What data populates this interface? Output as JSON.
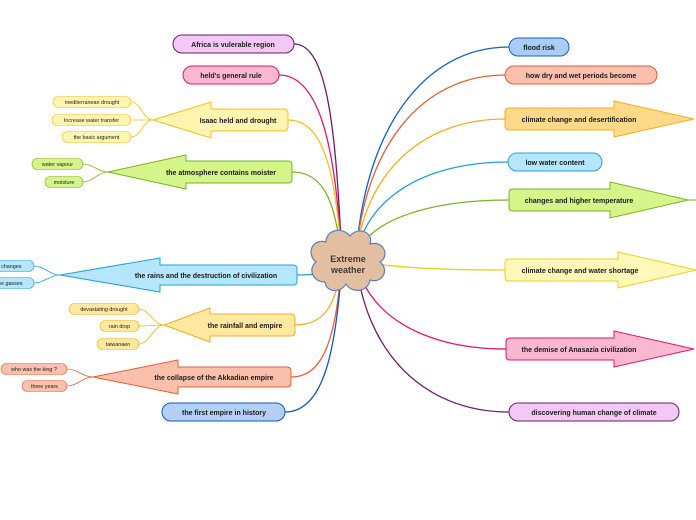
{
  "center": {
    "line1": "Extreme",
    "line2": "weather",
    "fill": "#e2bfa0",
    "stroke": "#5b7fbf"
  },
  "left_nodes": [
    {
      "id": "africa",
      "label": "Africa is vulerable region",
      "fill": "#f2c8f5",
      "stroke": "#6b1b6b",
      "shape": "pill",
      "leaves": []
    },
    {
      "id": "held",
      "label": "held's general rule",
      "fill": "#f9b8d0",
      "stroke": "#e0166f",
      "shape": "pill",
      "leaves": []
    },
    {
      "id": "isaac",
      "label": "Isaac held and drought",
      "fill": "#fff5b0",
      "stroke": "#f0c020",
      "shape": "arrow",
      "leaves": [
        "mediterranean drought",
        "Increase water transfer",
        "the basic argument"
      ]
    },
    {
      "id": "atmosphere",
      "label": "the atmosphere contains moister",
      "fill": "#d5f58a",
      "stroke": "#7ab322",
      "shape": "arrow",
      "leaves": [
        "water vapour",
        "moisture"
      ]
    },
    {
      "id": "rains",
      "label": "the rains and the destruction of civilization",
      "fill": "#b6e6fb",
      "stroke": "#22a0d8",
      "shape": "arrow",
      "leaves": [
        "climate changes",
        "greenhouse gasses"
      ]
    },
    {
      "id": "rainfall",
      "label": "the rainfall and empire",
      "fill": "#ffe8a0",
      "stroke": "#f0b020",
      "shape": "arrow",
      "leaves": [
        "devastating drought",
        "rain drop",
        "taiwanaen"
      ]
    },
    {
      "id": "akkadian",
      "label": "the collapse of the Akkadian empire",
      "fill": "#fbc0ac",
      "stroke": "#e0603a",
      "shape": "arrow",
      "leaves": [
        "who was the king ?",
        "three years"
      ]
    },
    {
      "id": "firstempire",
      "label": "the first empire in history",
      "fill": "#b4cff5",
      "stroke": "#1555b0",
      "shape": "pill",
      "leaves": []
    }
  ],
  "right_nodes": [
    {
      "id": "flood",
      "label": "flood risk",
      "fill": "#a9cdf7",
      "stroke": "#1560c0",
      "shape": "pill"
    },
    {
      "id": "drywet",
      "label": "how dry and wet periods become",
      "fill": "#fbc0ac",
      "stroke": "#e0603a",
      "shape": "pill"
    },
    {
      "id": "desert",
      "label": "climate change and desertification",
      "fill": "#ffd98a",
      "stroke": "#f0b020",
      "shape": "arrow"
    },
    {
      "id": "lowwater",
      "label": "low water content",
      "fill": "#b6e6fb",
      "stroke": "#22a0d8",
      "shape": "pill"
    },
    {
      "id": "highertemp",
      "label": "changes and higher temperature",
      "fill": "#d5f58a",
      "stroke": "#7ab322",
      "shape": "arrow"
    },
    {
      "id": "watershort",
      "label": "climate change and water shortage",
      "fill": "#fff8b8",
      "stroke": "#e8d020",
      "shape": "arrow"
    },
    {
      "id": "anasazi",
      "label": "the demise of Anasazia civilization",
      "fill": "#f9b8d0",
      "stroke": "#e0166f",
      "shape": "arrow"
    },
    {
      "id": "discover",
      "label": "discovering human change of climate",
      "fill": "#f2c8f5",
      "stroke": "#6b1b6b",
      "shape": "pill"
    }
  ]
}
